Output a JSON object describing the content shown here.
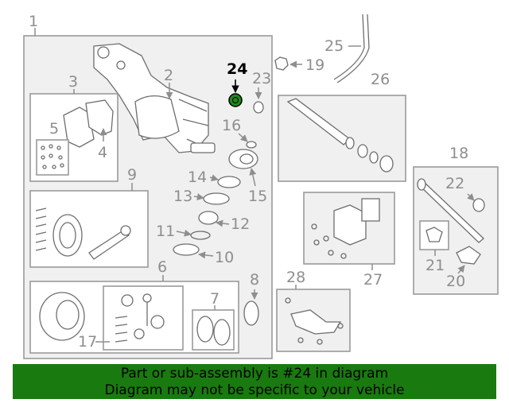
{
  "callouts": {
    "n1": "1",
    "n2": "2",
    "n3": "3",
    "n4": "4",
    "n5": "5",
    "n6": "6",
    "n7": "7",
    "n8": "8",
    "n9": "9",
    "n10": "10",
    "n11": "11",
    "n12": "12",
    "n13": "13",
    "n14": "14",
    "n15": "15",
    "n16": "16",
    "n17": "17",
    "n18": "18",
    "n19": "19",
    "n20": "20",
    "n21": "21",
    "n22": "22",
    "n23": "23",
    "n24": "24",
    "n25": "25",
    "n26": "26",
    "n27": "27",
    "n28": "28"
  },
  "highlighted_part": "24",
  "colors": {
    "banner": "#197a0f",
    "highlight_part": "#1f8a1a",
    "callout_text": "#8e8e8e"
  },
  "banner": {
    "line1": "Part or sub-assembly is #24 in diagram",
    "line2": "Diagram may not be specific to your vehicle"
  }
}
